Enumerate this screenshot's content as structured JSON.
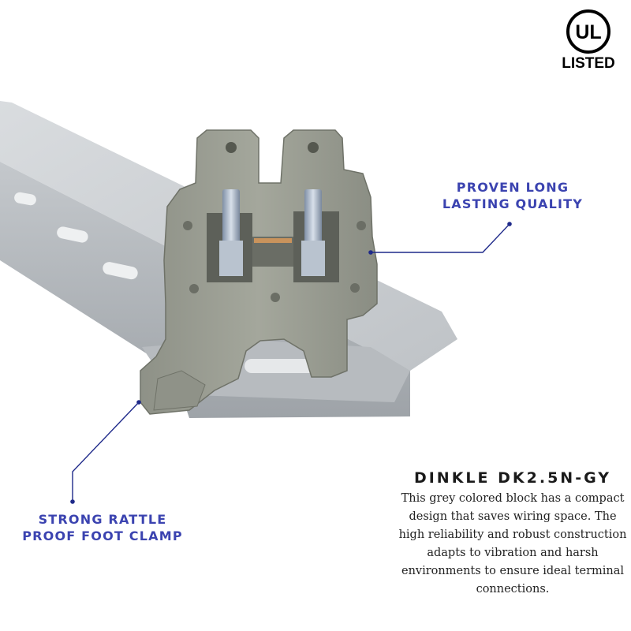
{
  "badge": {
    "mark": "UL",
    "label": "LISTED"
  },
  "callouts": {
    "quality": [
      "PROVEN LONG",
      "LASTING QUALITY"
    ],
    "clamp": [
      "STRONG RATTLE",
      "PROOF FOOT CLAMP"
    ]
  },
  "product": {
    "title": "DINKLE DK2.5N-GY",
    "description": "This grey colored block has a compact design that saves wiring space. The high reliability and robust construction adapts to vibration and harsh environments to ensure ideal terminal connections."
  },
  "colors": {
    "callout": "#3b43b0",
    "block_grey": "#9a9d92",
    "rail_silver": "#c8ccd0"
  }
}
